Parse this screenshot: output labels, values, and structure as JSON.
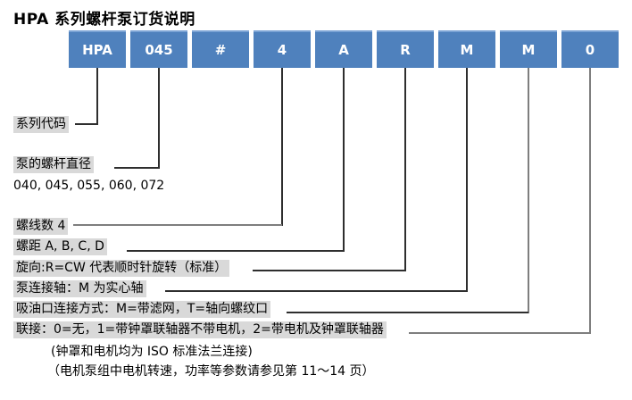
{
  "title": "HPA 系列螺杆泵订货说明",
  "code_boxes": [
    "HPA",
    "045",
    "#",
    "4",
    "A",
    "R",
    "M",
    "M",
    "0"
  ],
  "labels": {
    "series_code": "系列代码",
    "screw_diameter": "泵的螺杆直径",
    "diameter_options": "040, 045, 055, 060, 072",
    "thread_count": "螺线数 4",
    "pitch": "螺距 A, B, C, D",
    "rotation": "旋向:R=CW 代表顺时针旋转（标准）",
    "pump_shaft": "泵连接轴：M 为实心轴",
    "suction_port": "吸油口连接方式：M=带滤网，T=轴向螺纹口",
    "coupling": "联接：0=无，1=带钟罩联轴器不带电机，2=带电机及钟罩联轴器",
    "note_flange": "(钟罩和电机均为 ISO 标准法兰连接)",
    "note_motor": "（电机泵组中电机转速，功率等参数请参见第 11～14 页）"
  },
  "colors": {
    "box_blue": "#4f81bd",
    "box_text": "#ffffff",
    "label_highlight": "#d9d9d9",
    "line": "#2e2e2e",
    "title_text": "#000000"
  }
}
